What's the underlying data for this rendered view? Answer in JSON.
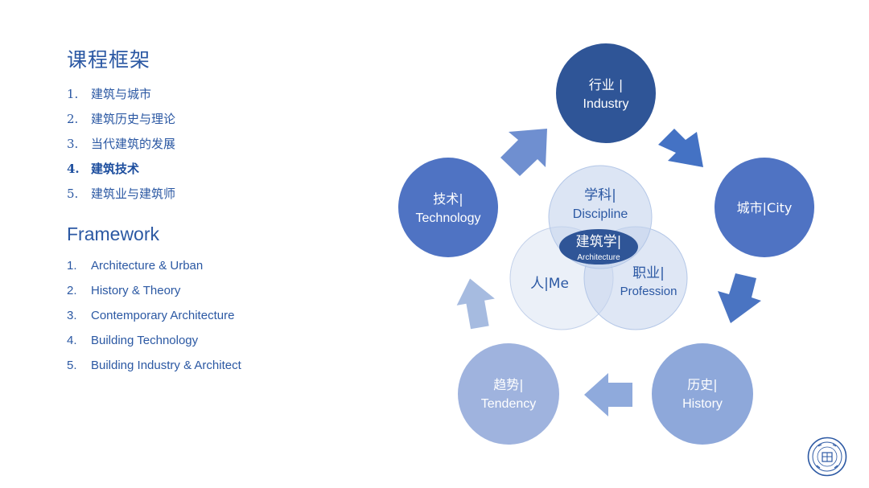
{
  "framework_cn": {
    "heading": "课程框架",
    "items": [
      {
        "num": "1.",
        "label": "建筑与城市"
      },
      {
        "num": "2.",
        "label": "建筑历史与理论"
      },
      {
        "num": "3.",
        "label": "当代建筑的发展"
      },
      {
        "num": "4.",
        "label": "建筑技术"
      },
      {
        "num": "5.",
        "label": "建筑业与建筑师"
      }
    ]
  },
  "framework_en": {
    "heading": "Framework",
    "items": [
      {
        "num": "1.",
        "label": "Architecture & Urban"
      },
      {
        "num": "2.",
        "label": "History & Theory"
      },
      {
        "num": "3.",
        "label": "Contemporary Architecture"
      },
      {
        "num": "4.",
        "label": "Building Technology"
      },
      {
        "num": "5.",
        "label": "Building Industry & Architect"
      }
    ]
  },
  "cycle": {
    "industry": {
      "cn": "行业 |",
      "en": "Industry"
    },
    "city": {
      "cn": "城市",
      "en": "|City"
    },
    "history": {
      "cn": "历史|",
      "en": "History"
    },
    "tendency": {
      "cn": "趋势|",
      "en": "Tendency"
    },
    "technology": {
      "cn": "技术|",
      "en": "Technology"
    }
  },
  "venn": {
    "discipline": {
      "cn": "学科|",
      "en": "Discipline"
    },
    "me": {
      "cn": "人",
      "en": "|Me"
    },
    "profession": {
      "cn": "职业|",
      "en": "Profession"
    },
    "center": {
      "cn": "建筑学|",
      "en": "Architecture"
    }
  },
  "colors": {
    "dark_navy": "#2f5597",
    "mid_blue": "#4472c4",
    "light_blue": "#8faadc",
    "pale_blue": "#b4c7e7",
    "venn_fill": "#dae3f3",
    "text_blue": "#2b58a3"
  },
  "logo": {
    "icon": "university-seal-icon"
  }
}
